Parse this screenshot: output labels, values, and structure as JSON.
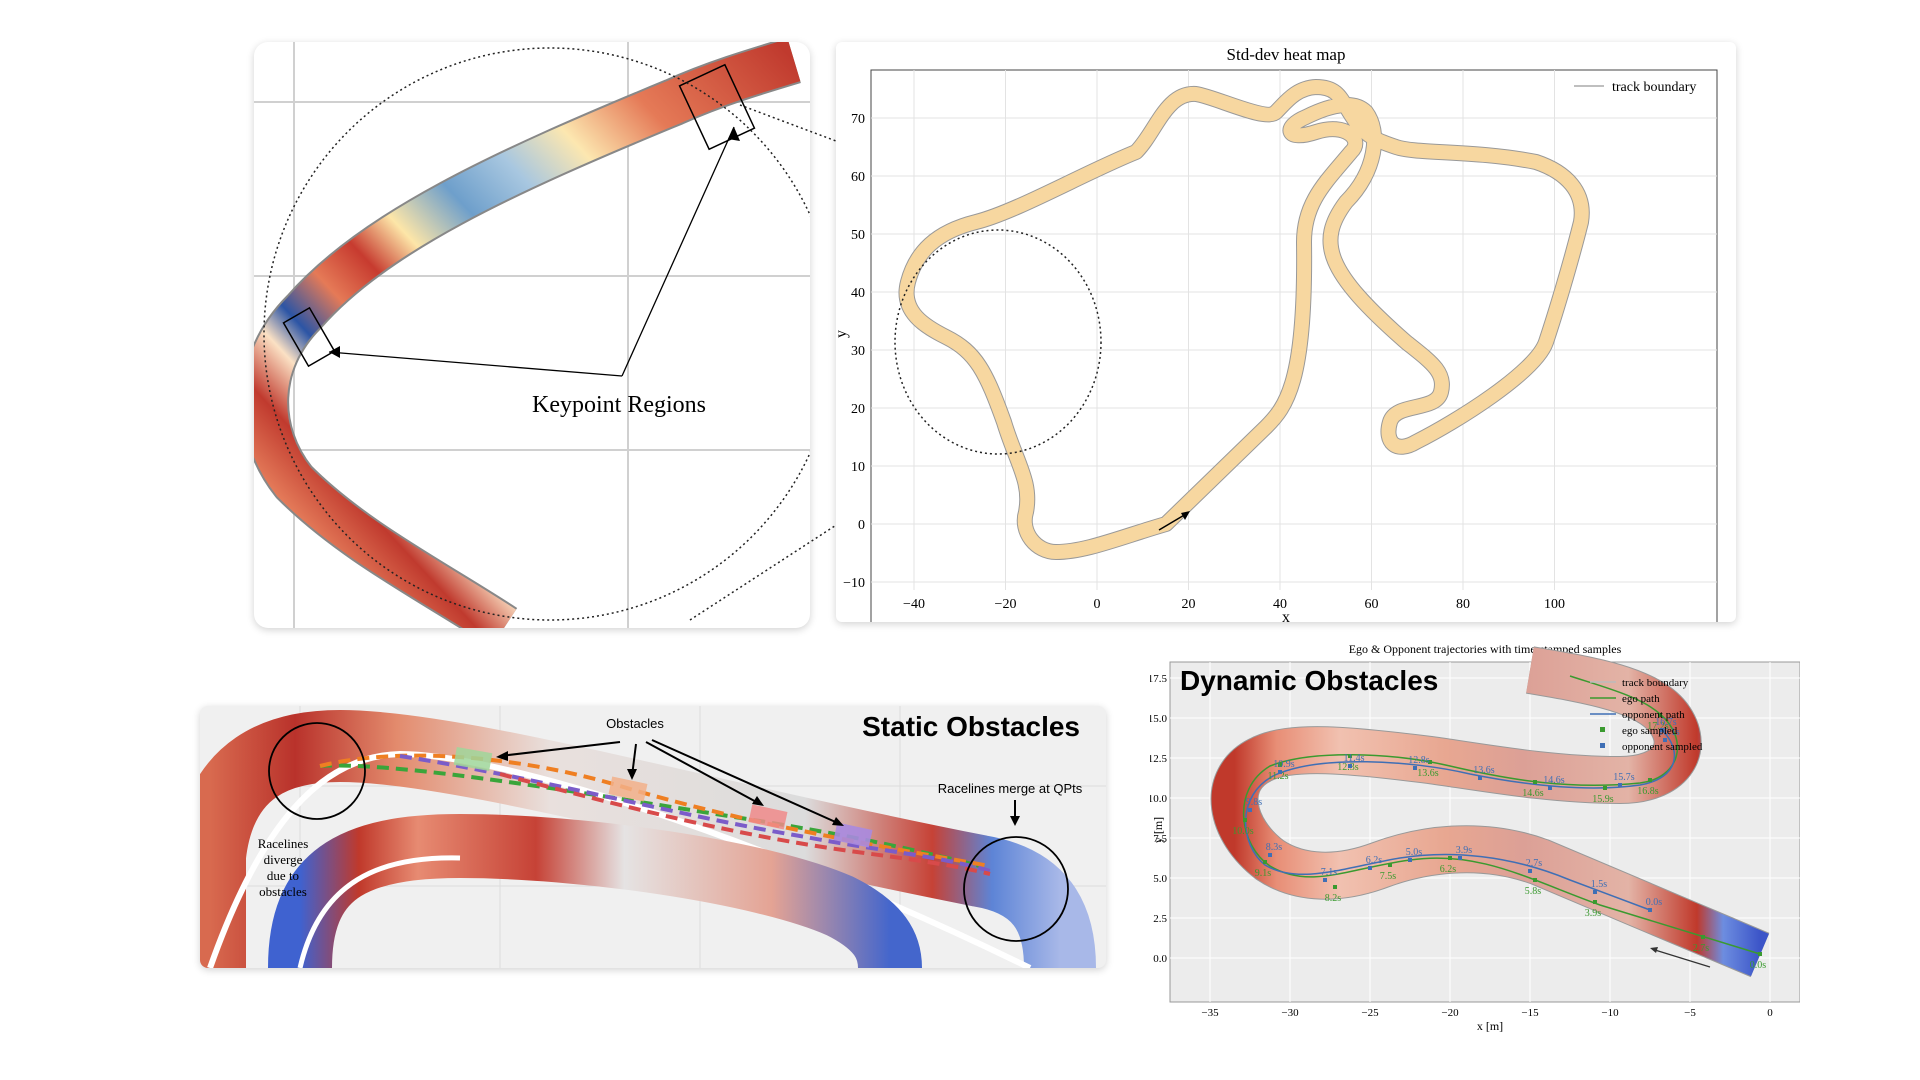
{
  "zoom_panel": {
    "label": "Keypoint Regions"
  },
  "heatmap": {
    "title": "Std-dev heat map",
    "xlabel": "x",
    "ylabel": "y",
    "legend": "track boundary",
    "xticks": [
      "−40",
      "−20",
      "0",
      "20",
      "40",
      "60",
      "80",
      "100"
    ],
    "yticks": [
      "−10",
      "0",
      "10",
      "20",
      "30",
      "40",
      "50",
      "60",
      "70"
    ]
  },
  "static_panel": {
    "title": "Static Obstacles",
    "obstacles_label": "Obstacles",
    "diverge_label": [
      "Racelines",
      "diverge",
      "due to",
      "obstacles"
    ],
    "merge_label": "Racelines merge at QPts"
  },
  "dynamic_panel": {
    "title": "Dynamic Obstacles",
    "plot_title": "Ego & Opponent trajectories with time-stamped samples",
    "xlabel": "x [m]",
    "ylabel": "y [m]",
    "xticks": [
      "−35",
      "−30",
      "−25",
      "−20",
      "−15",
      "−10",
      "−5",
      "0"
    ],
    "yticks": [
      "0.0",
      "2.5",
      "5.0",
      "7.5",
      "10.0",
      "12.5",
      "15.0",
      "17.5"
    ],
    "legend": [
      "track boundary",
      "ego path",
      "opponent path",
      "ego sampled",
      "opponent sampled"
    ],
    "ego_labels": [
      "0.0s",
      "2.7s",
      "3.9s",
      "5.8s",
      "6.2s",
      "7.5s",
      "8.2s",
      "9.1s",
      "10.0s",
      "11.2s",
      "12.3s",
      "13.6s",
      "14.6s",
      "15.9s",
      "16.8s",
      "17.2s"
    ],
    "opp_labels": [
      "0.0s",
      "1.5s",
      "2.7s",
      "3.9s",
      "5.0s",
      "6.2s",
      "7.1s",
      "8.3s",
      "9.8s",
      "10.9s",
      "11.4s",
      "12.8s",
      "13.6s",
      "14.6s",
      "15.7s",
      "16.1s",
      "16.7s"
    ]
  },
  "colors": {
    "red": "#b2182b",
    "orange": "#ef8a62",
    "pale": "#fddbc7",
    "light_blue": "#92c5de",
    "blue": "#2166ac",
    "ego": "#3a9a2f",
    "opponent": "#3f6fb5"
  }
}
